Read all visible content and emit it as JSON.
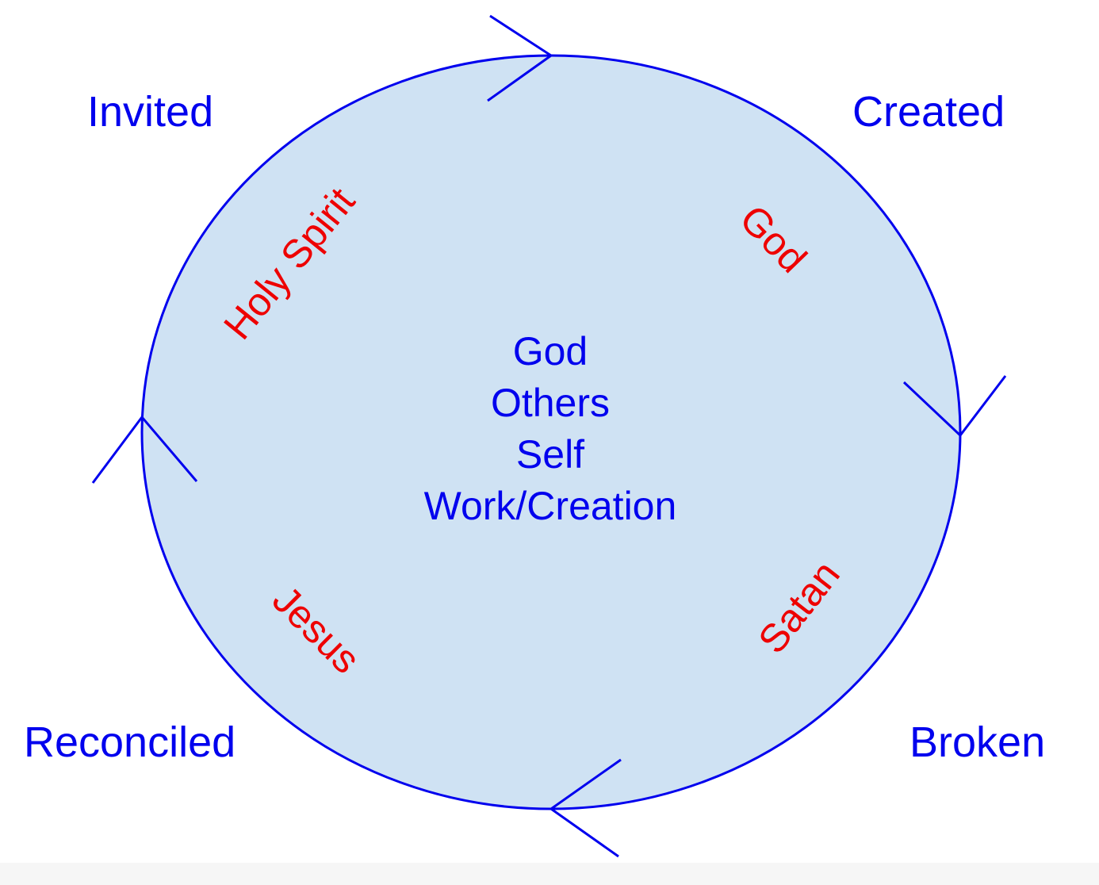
{
  "colors": {
    "circle_fill": "#cfe2f3",
    "circle_stroke": "#0000ee",
    "stage_text": "#0000ee",
    "agent_text": "#ee0000",
    "arrow": "#0000ee"
  },
  "stages": {
    "invited": "Invited",
    "created": "Created",
    "broken": "Broken",
    "reconciled": "Reconciled"
  },
  "agents": {
    "holy_spirit": "Holy Spirit",
    "god": "God",
    "satan": "Satan",
    "jesus": "Jesus"
  },
  "center": {
    "line1": "God",
    "line2": "Others",
    "line3": "Self",
    "line4": "Work/Creation"
  },
  "arrows": {
    "direction": "clockwise",
    "icons": [
      "arrow-right-icon",
      "arrow-down-icon",
      "arrow-left-icon",
      "arrow-up-icon"
    ]
  }
}
